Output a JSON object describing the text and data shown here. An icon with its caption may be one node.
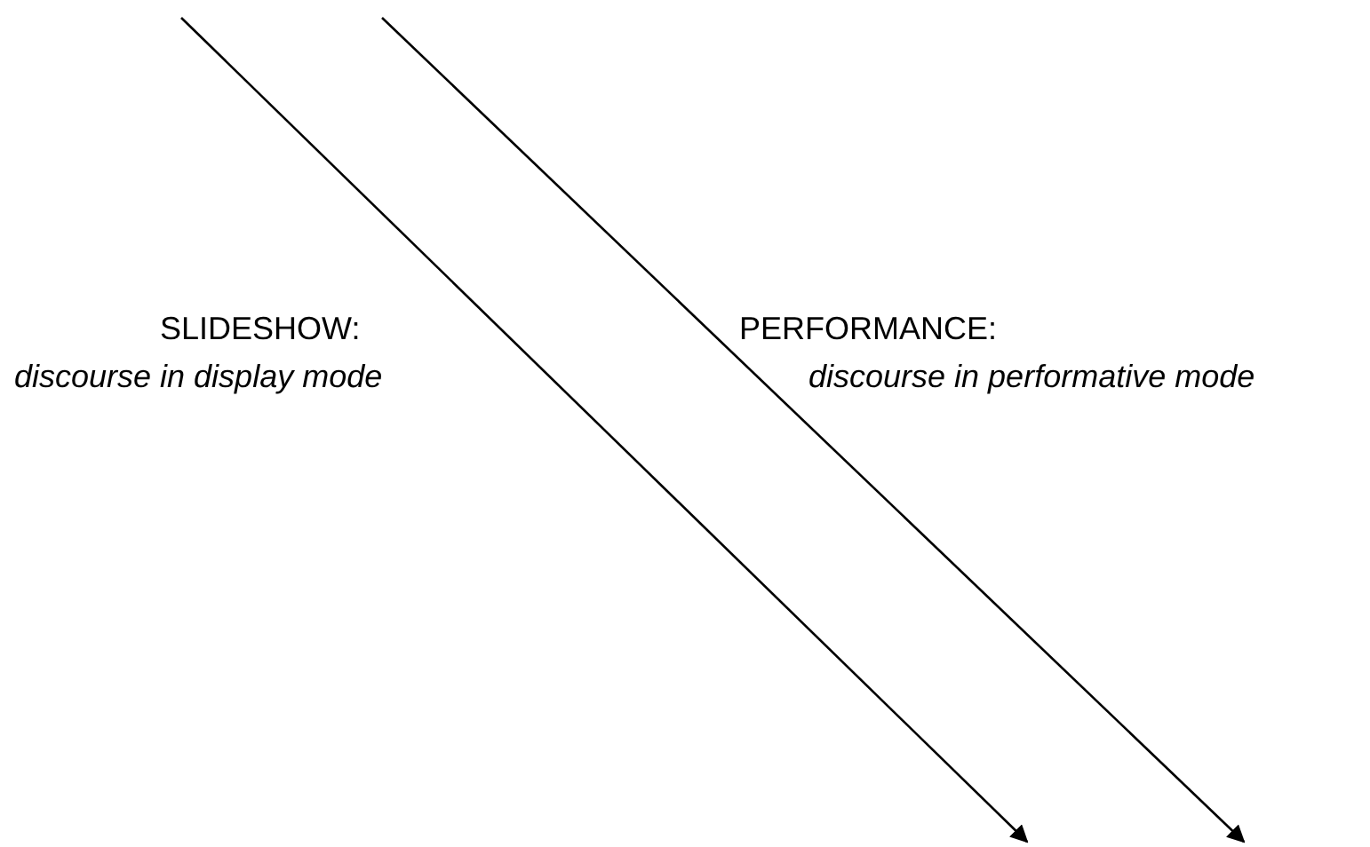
{
  "diagram": {
    "labels": [
      "SLIDESHOW:",
      "discourse in display mode",
      "PERFORMANCE:",
      "discourse in performative mode"
    ]
  }
}
